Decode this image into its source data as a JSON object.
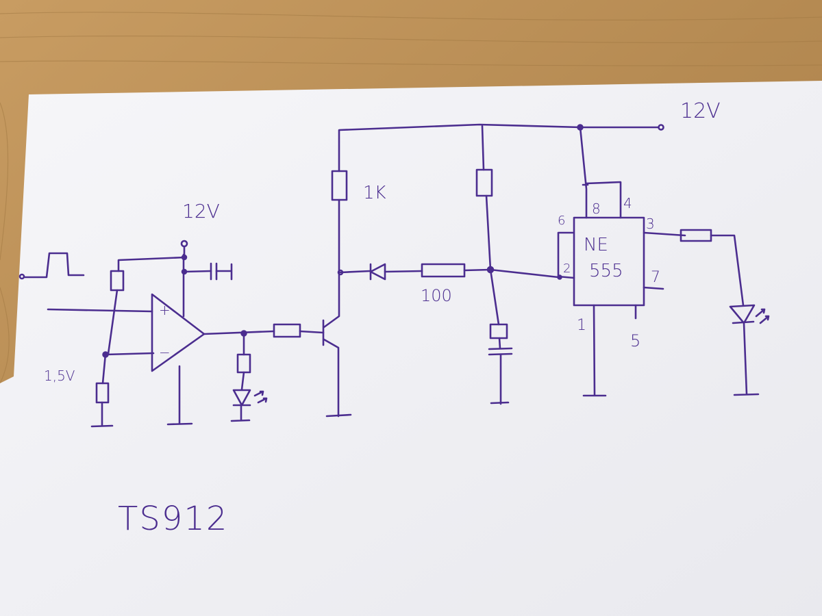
{
  "labels": {
    "supply_right": "12V",
    "supply_left": "12V",
    "resistor_collector": "1K",
    "resistor_series": "100",
    "reference_voltage": "1,5V",
    "ic_name_line1": "NE",
    "ic_name_line2": "555",
    "pin_8": "8",
    "pin_4": "4",
    "pin_6": "6",
    "pin_3": "3",
    "pin_2": "2",
    "pin_7": "7",
    "pin_1": "1",
    "pin_5": "5",
    "opamp_plus": "+",
    "opamp_minus": "−",
    "opamp_part": "TS912"
  },
  "colors": {
    "ink": "#4b2d8f",
    "paper": "#f3f3f6",
    "table": "#b98d52"
  }
}
